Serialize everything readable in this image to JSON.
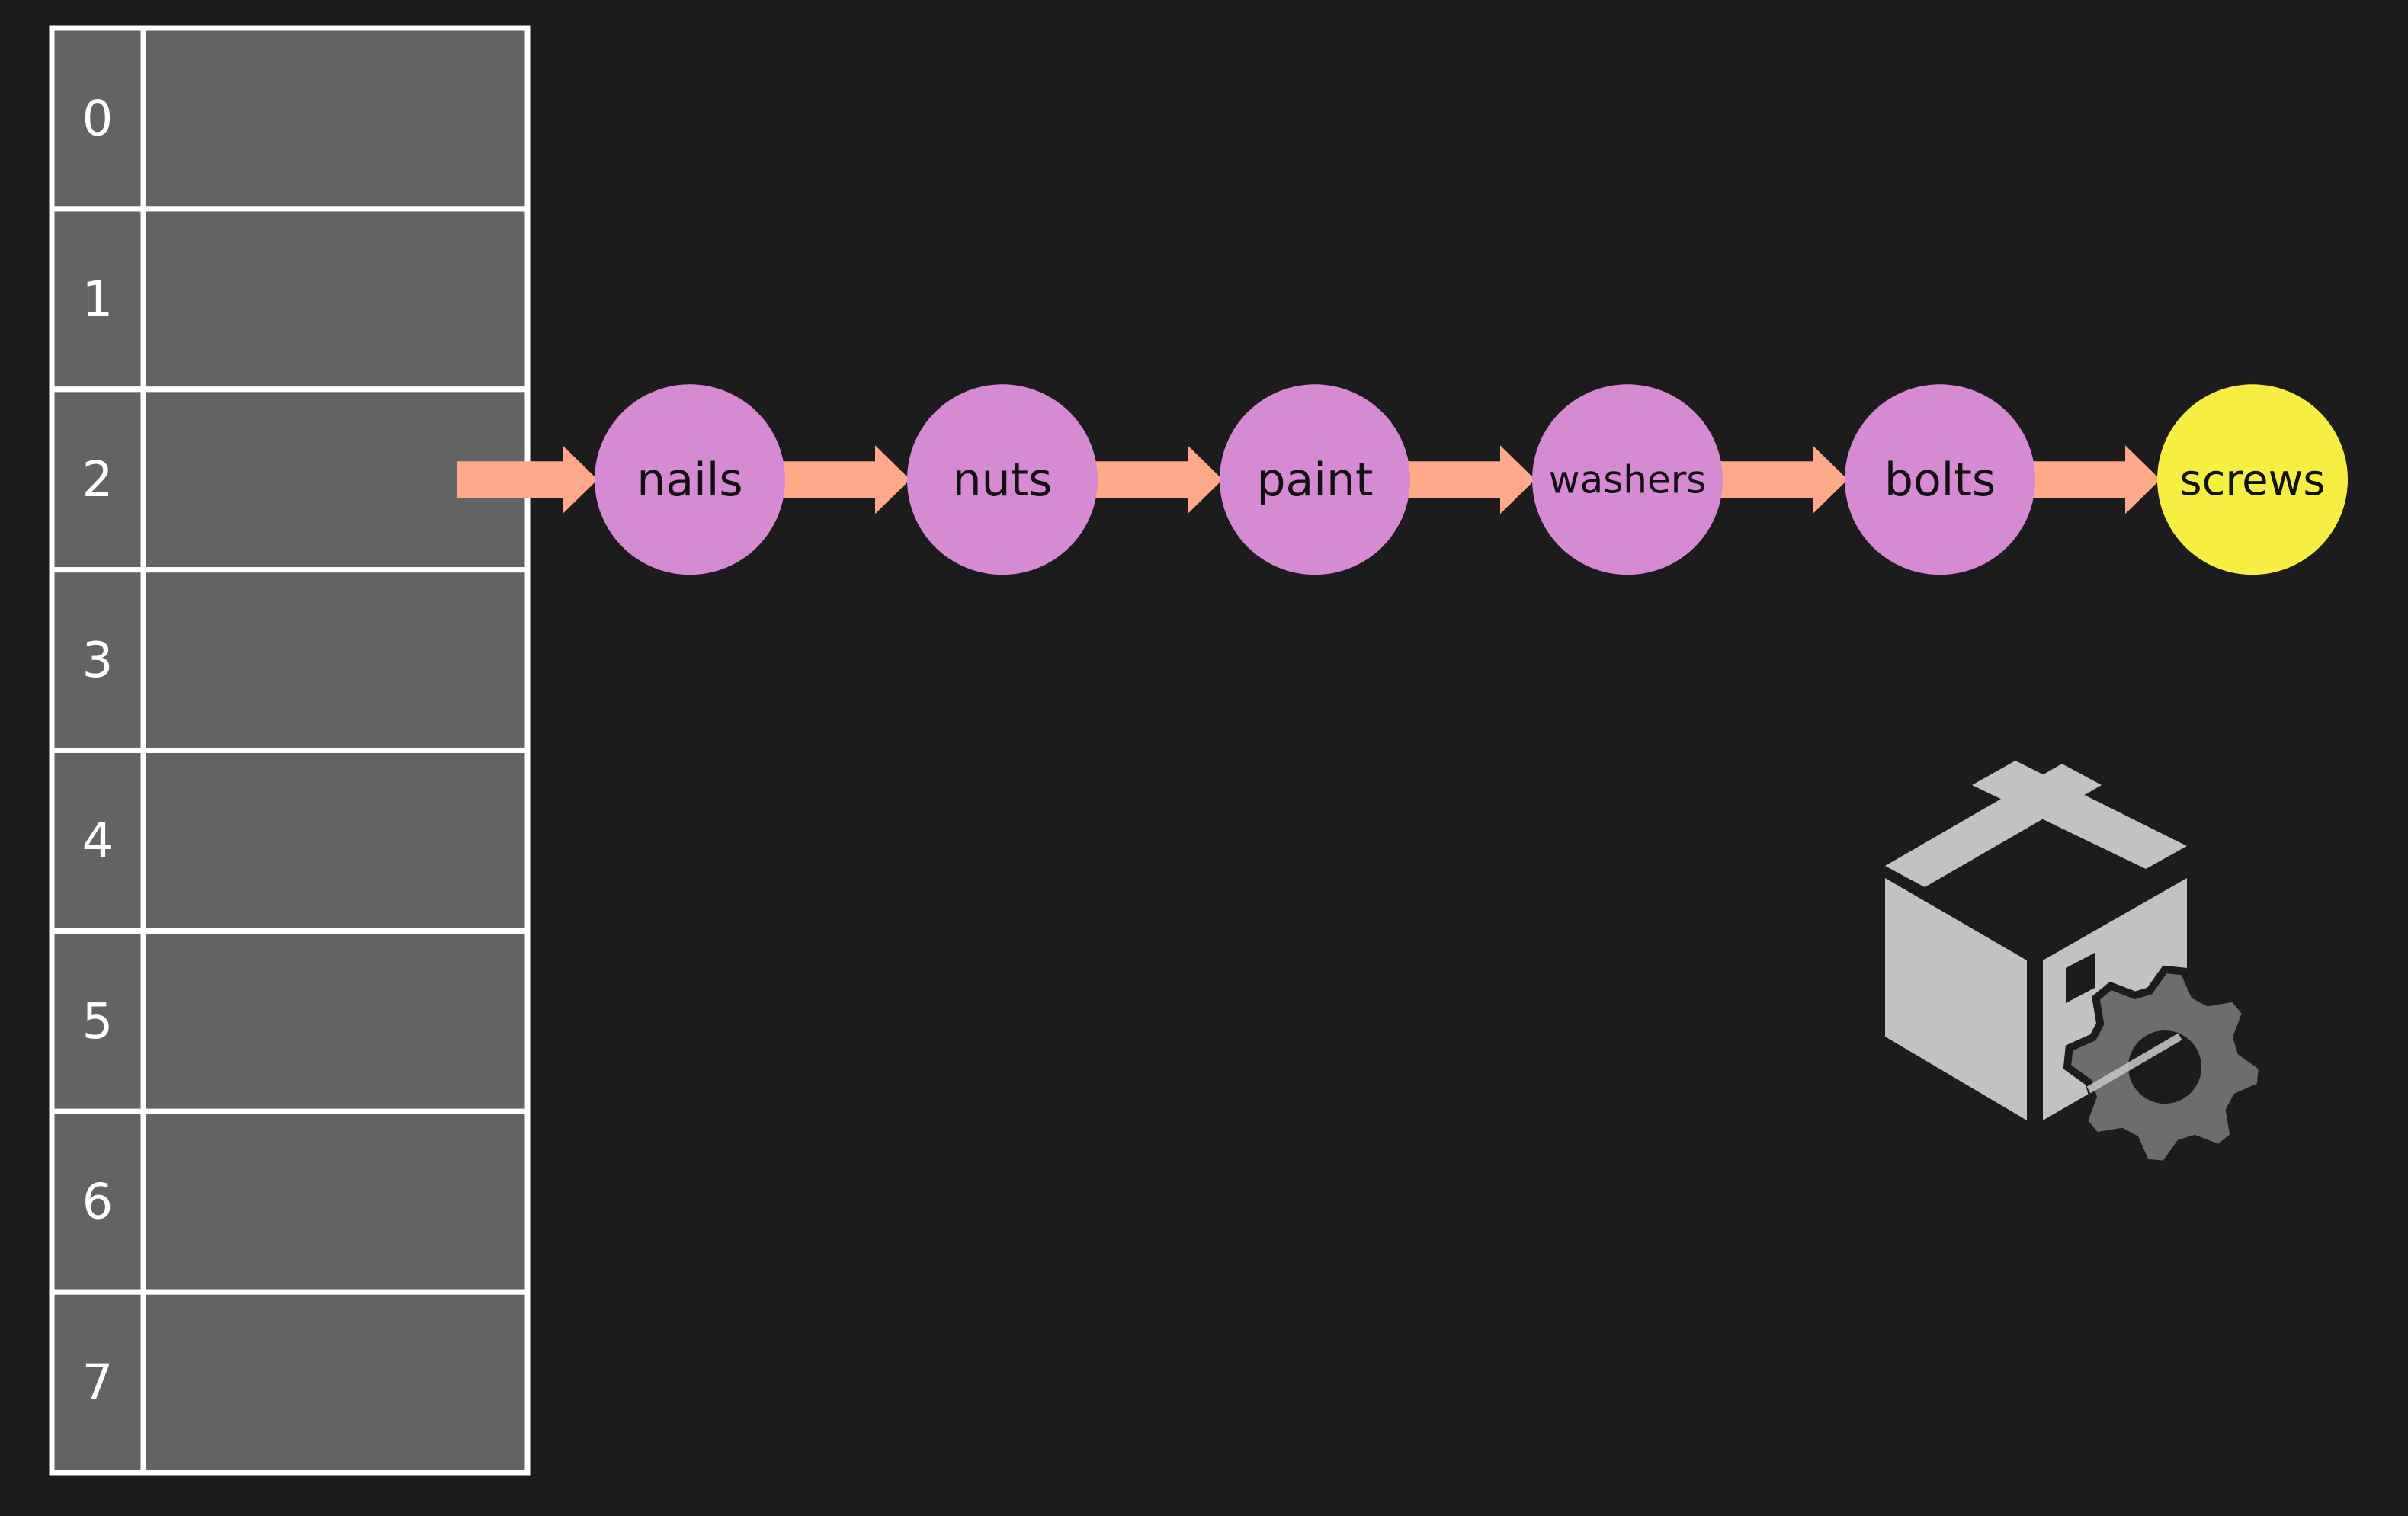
{
  "colors": {
    "background": "#1c1c1c",
    "table_cell": "#636363",
    "table_border": "#ffffff",
    "index_text": "#ffffff",
    "node_fill": "#d68ad2",
    "last_node_fill": "#f7ee44",
    "node_text": "#111111",
    "arrow": "#fda98a",
    "box_icon": "#c2c2c2",
    "gear_icon": "#6d6d6d"
  },
  "hash_table": {
    "indices": [
      "0",
      "1",
      "2",
      "3",
      "4",
      "5",
      "6",
      "7"
    ],
    "linked_bucket": 2
  },
  "chain": {
    "nodes": [
      {
        "label": "nails",
        "highlight": false
      },
      {
        "label": "nuts",
        "highlight": false
      },
      {
        "label": "paint",
        "highlight": false
      },
      {
        "label": "washers",
        "highlight": false
      },
      {
        "label": "bolts",
        "highlight": false
      },
      {
        "label": "screws",
        "highlight": true
      }
    ]
  },
  "icons": {
    "package": "package-icon",
    "gear": "gear-icon"
  }
}
